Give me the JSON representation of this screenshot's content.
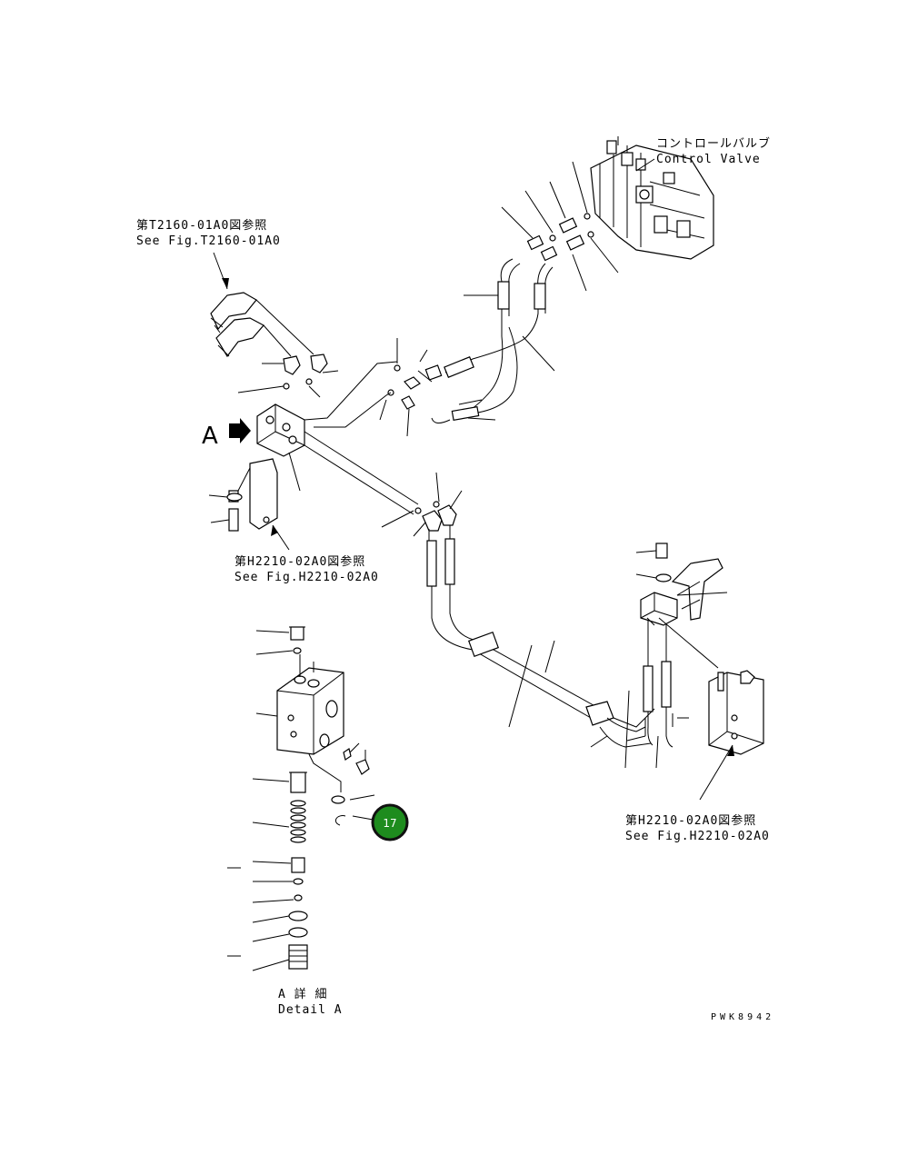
{
  "labels": {
    "control_valve_jp": "コントロールバルブ",
    "control_valve_en": "Control Valve",
    "ref_t2160_jp": "第T2160-01A0図参照",
    "ref_t2160_en": "See Fig.T2160-01A0",
    "ref_h2210_left_jp": "第H2210-02A0図参照",
    "ref_h2210_left_en": "See Fig.H2210-02A0",
    "ref_h2210_right_jp": "第H2210-02A0図参照",
    "ref_h2210_right_en": "See Fig.H2210-02A0",
    "view_marker": "A",
    "detail_jp": "A 詳 細",
    "detail_en": "Detail A",
    "drawing_code": "PWK8942"
  },
  "callout": {
    "number": "17",
    "color": "#1e8c1e",
    "ring_color": "#111111"
  },
  "icons": [
    "arrow-right-icon"
  ]
}
